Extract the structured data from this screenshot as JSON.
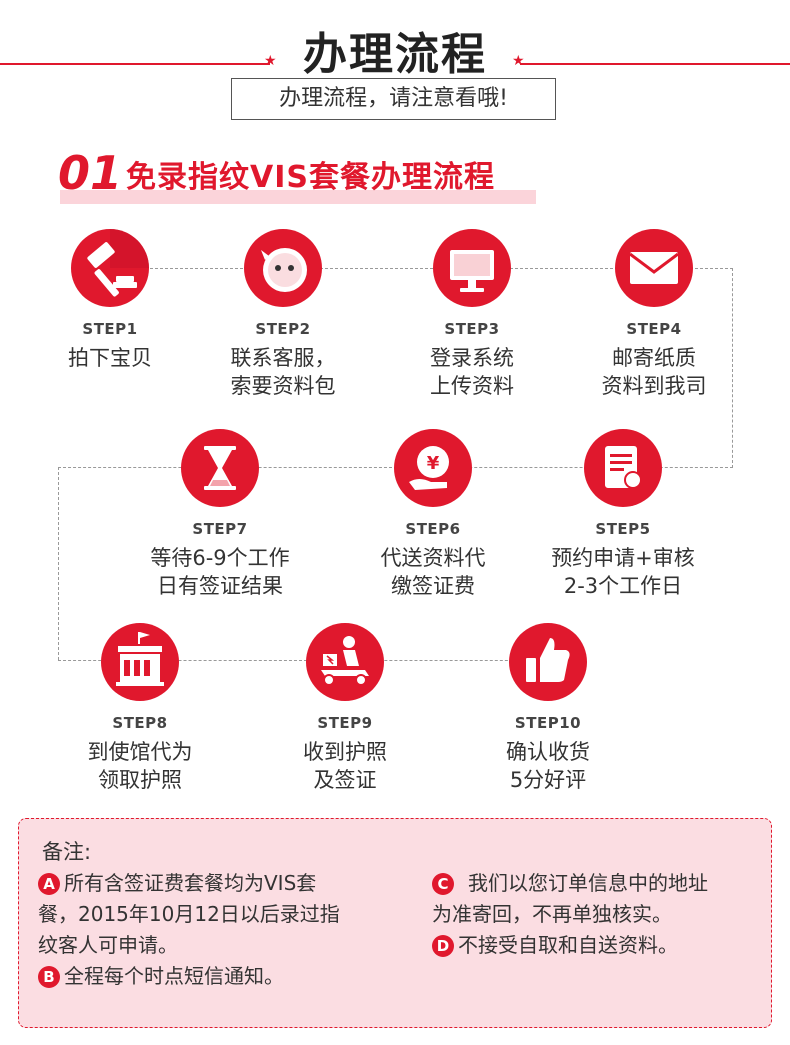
{
  "header": {
    "title": "办理流程",
    "subtitle": "办理流程，请注意看哦!"
  },
  "section": {
    "number": "01",
    "title": "免录指纹VIS套餐办理流程"
  },
  "steps": [
    {
      "label": "STEP1",
      "line1": "拍下宝贝",
      "line2": "",
      "icon": "gavel-icon"
    },
    {
      "label": "STEP2",
      "line1": "联系客服，",
      "line2": "索要资料包",
      "icon": "chat-bubble-icon"
    },
    {
      "label": "STEP3",
      "line1": "登录系统",
      "line2": "上传资料",
      "icon": "monitor-icon"
    },
    {
      "label": "STEP4",
      "line1": "邮寄纸质",
      "line2": "资料到我司",
      "icon": "envelope-icon"
    },
    {
      "label": "STEP5",
      "line1": "预约申请+审核",
      "line2": "2-3个工作日",
      "icon": "document-stamp-icon"
    },
    {
      "label": "STEP6",
      "line1": "代送资料代",
      "line2": "缴签证费",
      "icon": "yuan-coin-hand-icon"
    },
    {
      "label": "STEP7",
      "line1": "等待6-9个工作",
      "line2": "日有签证结果",
      "icon": "hourglass-icon"
    },
    {
      "label": "STEP8",
      "line1": "到使馆代为",
      "line2": "领取护照",
      "icon": "embassy-building-icon"
    },
    {
      "label": "STEP9",
      "line1": "收到护照",
      "line2": "及签证",
      "icon": "delivery-scooter-icon"
    },
    {
      "label": "STEP10",
      "line1": "确认收货",
      "line2": "5分好评",
      "icon": "thumbs-up-icon"
    }
  ],
  "notes": {
    "heading": "备注:",
    "a_badge": "A",
    "a_line1": "所有含签证费套餐均为VIS套",
    "a_line2": "餐，2015年10月12日以后录过指",
    "a_line3": "纹客人可申请。",
    "b_badge": "B",
    "b_line1": "全程每个时点短信通知。",
    "c_badge": "C",
    "c_line1": "我们以您订单信息中的地址",
    "c_line2": "为准寄回，不再单独核实。",
    "d_badge": "D",
    "d_line1": "不接受自取和自送资料。"
  },
  "colors": {
    "accent": "#e0182d",
    "note_bg": "#fbdde2",
    "title_highlight": "#fbd4da"
  }
}
